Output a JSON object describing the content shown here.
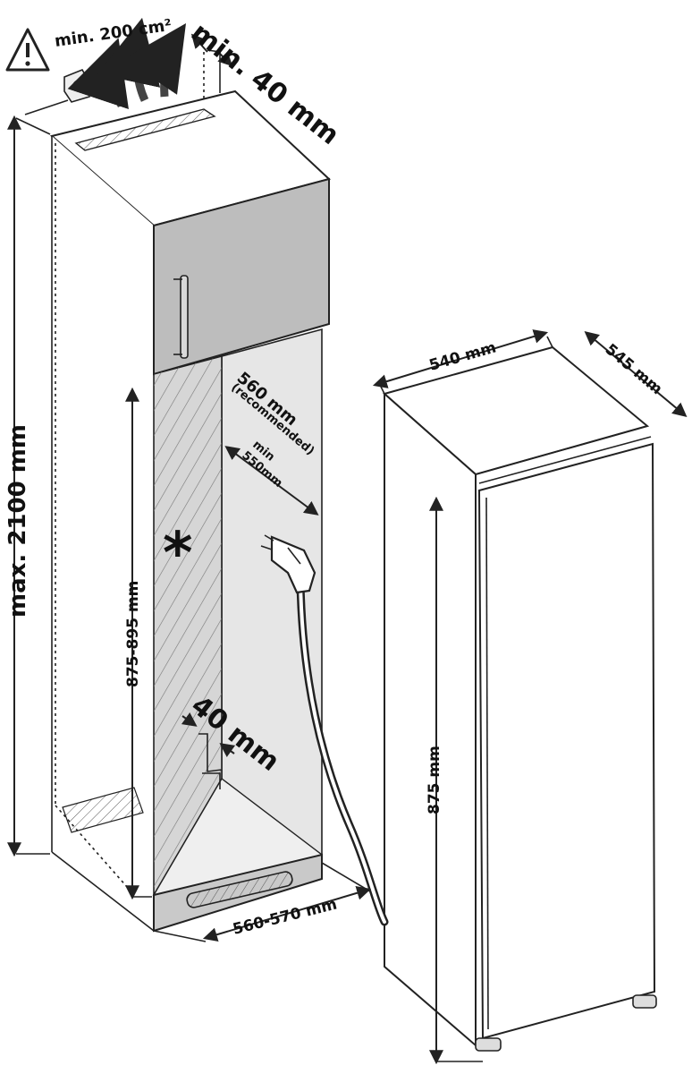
{
  "labels": {
    "vent_area": "min. 200 cm²",
    "top_gap": "min. 40 mm",
    "max_height": "max. 2100 mm",
    "niche_height": "875-895 mm",
    "depth_recommended": "560 mm",
    "depth_recommended_note": "(recommended)",
    "depth_min_a": "min",
    "depth_min_b": "550mm",
    "rear_gap": "40 mm",
    "niche_width": "560-570 mm",
    "appliance_width": "540 mm",
    "appliance_depth": "545 mm",
    "appliance_height": "875 mm",
    "asterisk": "*"
  },
  "icons": [
    "warning-icon",
    "power-socket-icon",
    "airflow-arrows-icon",
    "power-plug-icon"
  ],
  "colors": {
    "line": "#222222",
    "panel_fill": "#cfcfcf",
    "niche_fill": "#e3e3e3",
    "door_fill": "#bdbdbd",
    "white": "#ffffff"
  }
}
